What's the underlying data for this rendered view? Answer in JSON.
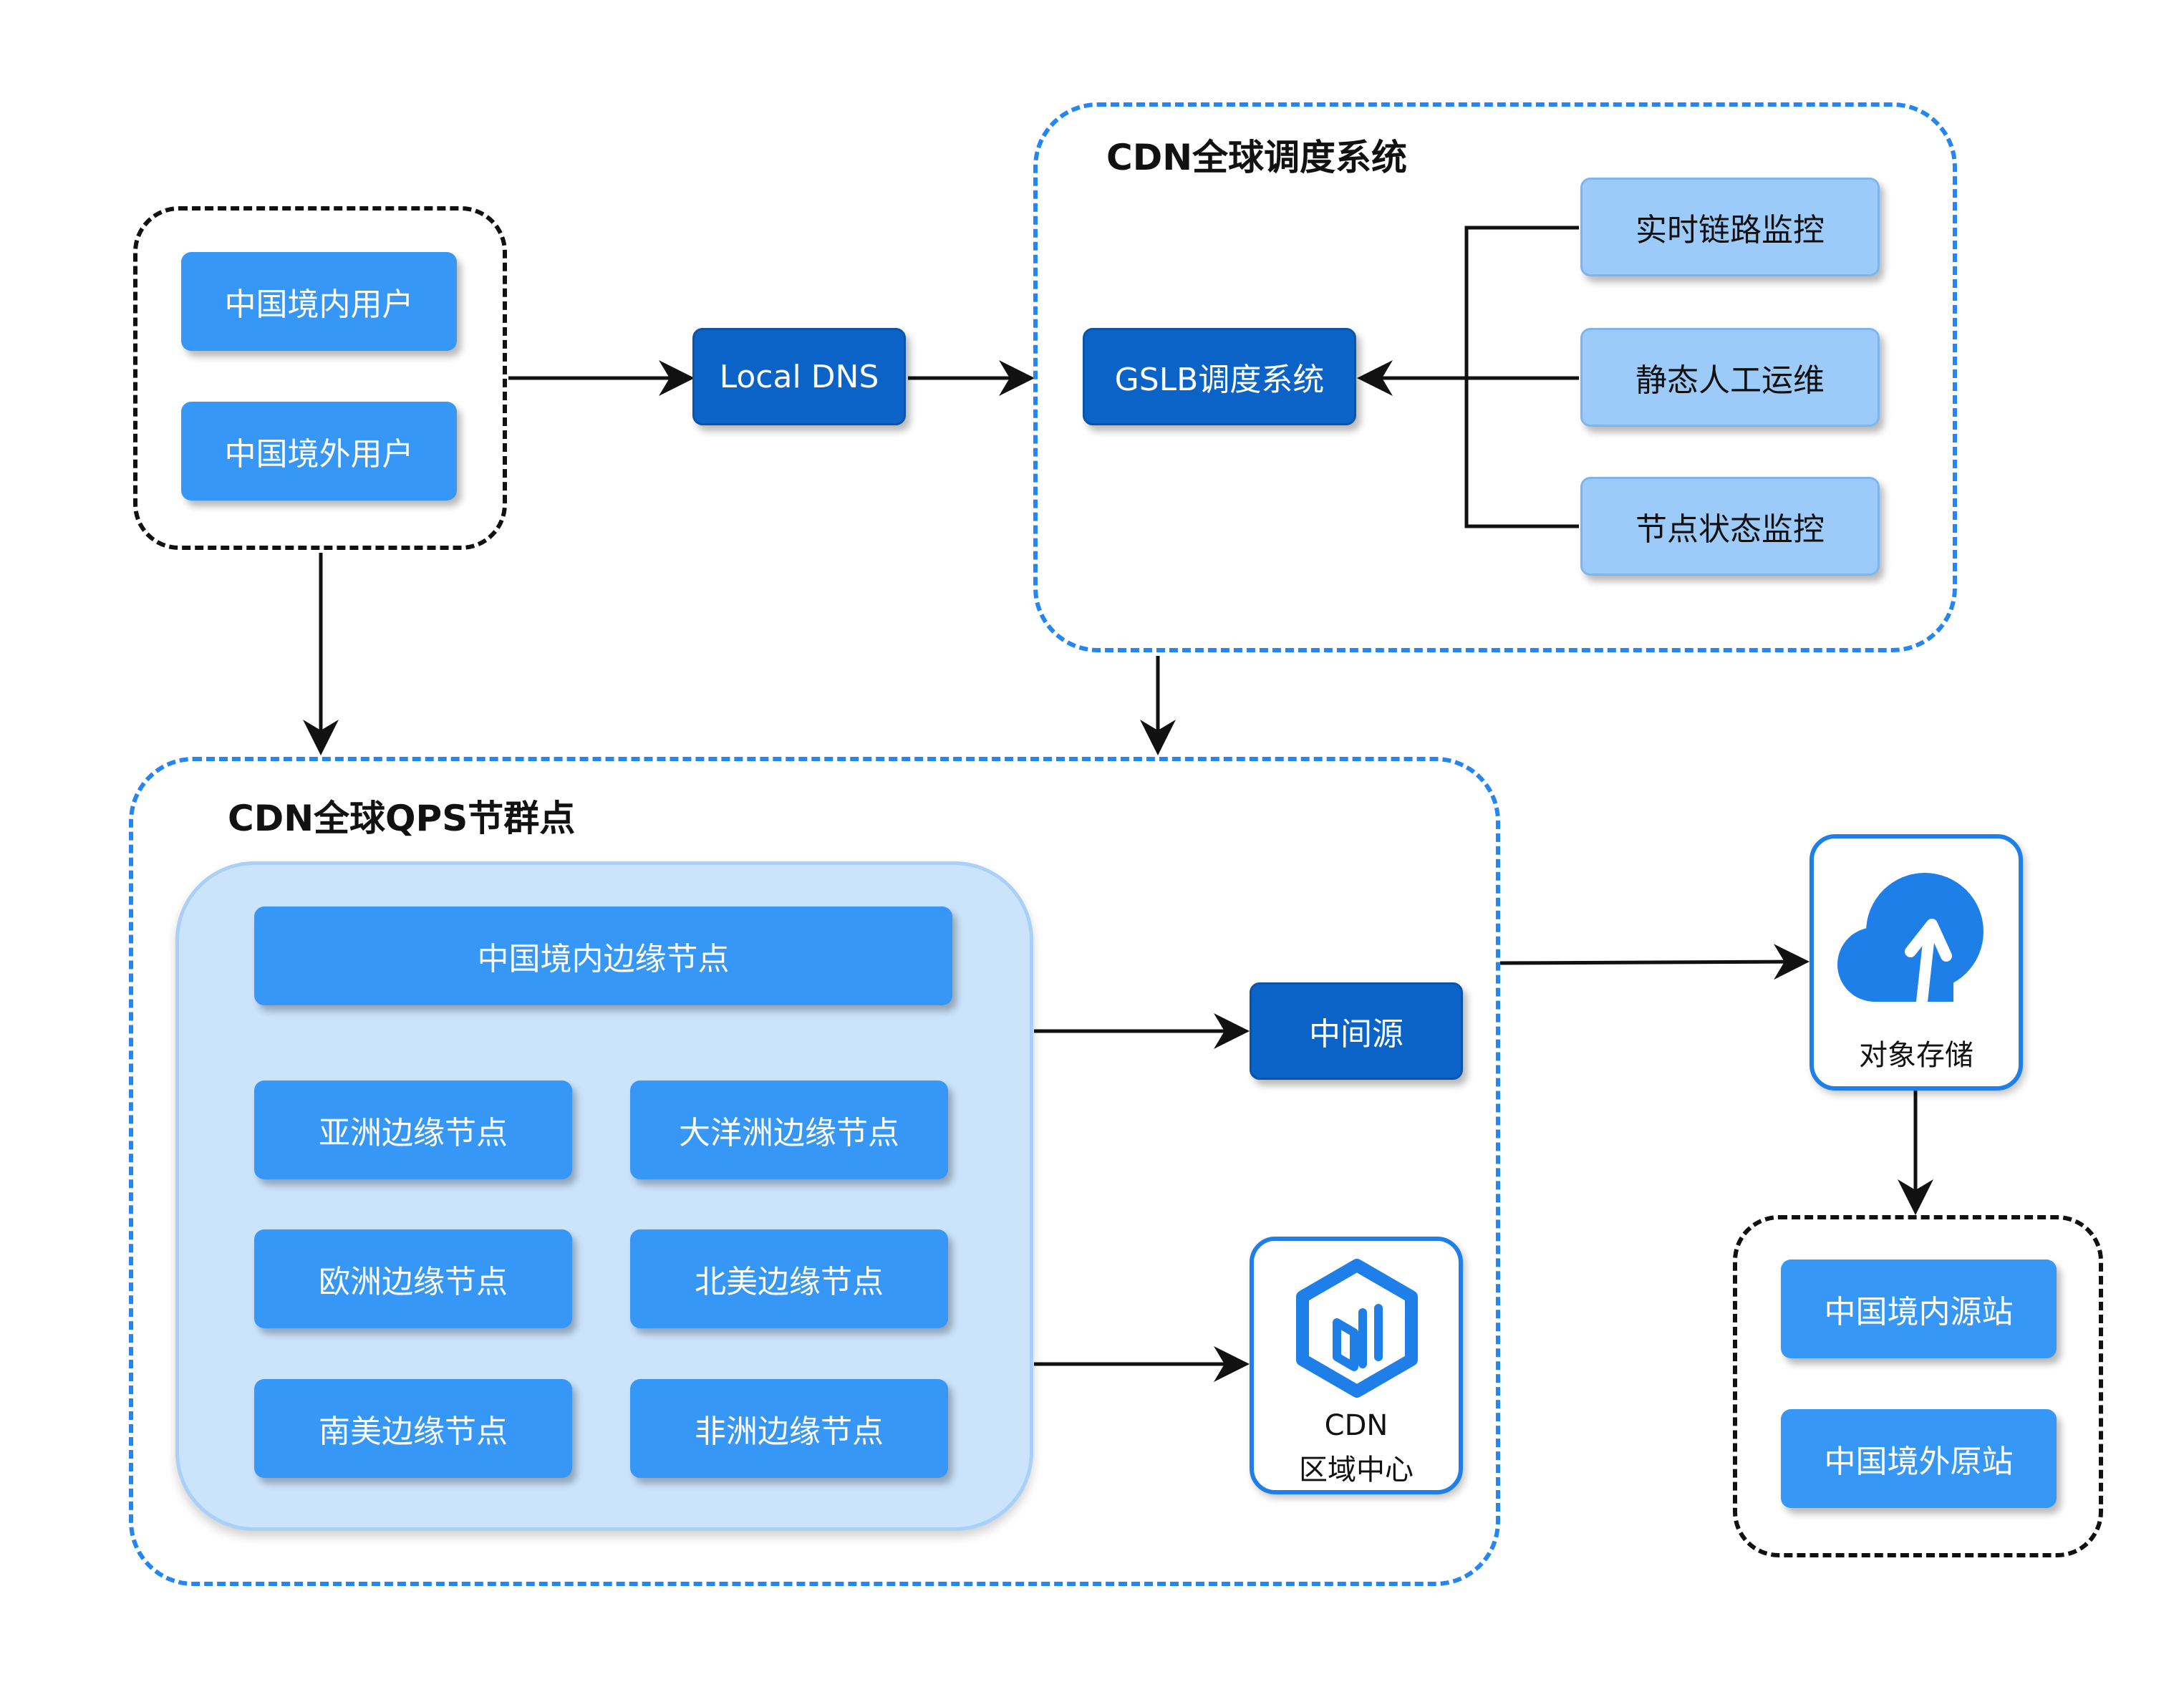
{
  "users": {
    "domestic": "中国境内用户",
    "overseas": "中国境外用户"
  },
  "local_dns": "Local DNS",
  "scheduling": {
    "title": "CDN全球调度系统",
    "gslb": "GSLB调度系统",
    "inputs": [
      "实时链路监控",
      "静态人工运维",
      "节点状态监控"
    ]
  },
  "cluster": {
    "title": "CDN全球QPS节群点",
    "domestic_edge": "中国境内边缘节点",
    "regions": [
      "亚洲边缘节点",
      "大洋洲边缘节点",
      "欧洲边缘节点",
      "北美边缘节点",
      "南美边缘节点",
      "非洲边缘节点"
    ],
    "middle_origin": "中间源",
    "regional_center": {
      "line1": "CDN",
      "line2": "区域中心"
    }
  },
  "object_storage": "对象存储",
  "origins": {
    "domestic": "中国境内源站",
    "overseas": "中国境外原站"
  },
  "colors": {
    "dark_blue": "#0c63c7",
    "mid_blue": "#3797f7",
    "light_blue": "#9ccbf9",
    "panel_blue": "#cbe3fb",
    "dash_blue": "#2585f2"
  }
}
